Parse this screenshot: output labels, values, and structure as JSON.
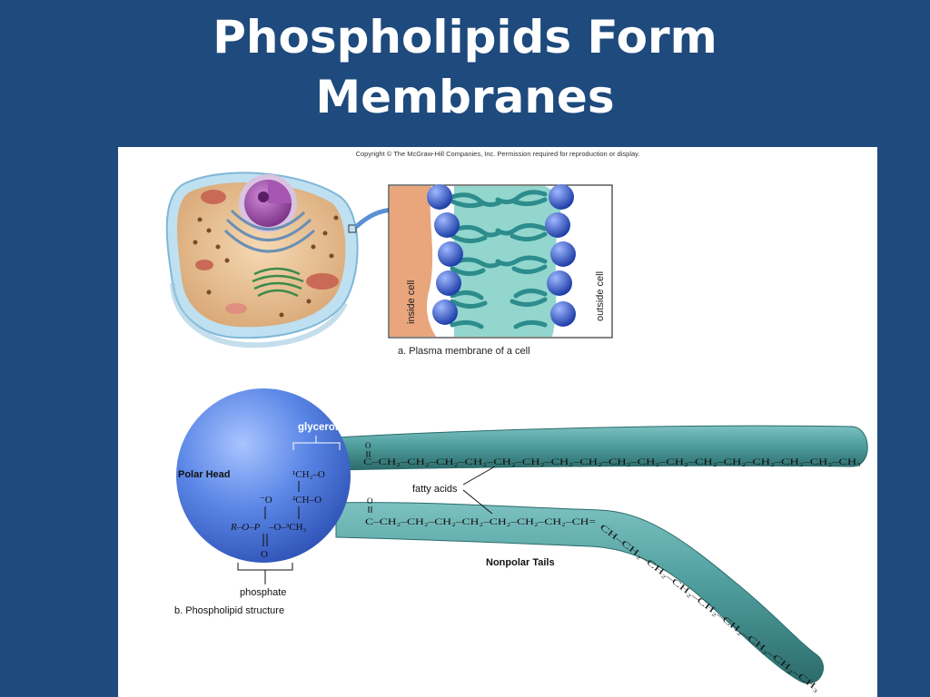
{
  "slide": {
    "title_line1": "Phospholipids Form",
    "title_line2": "Membranes"
  },
  "figure": {
    "copyright": "Copyright © The McGraw-Hill Companies, Inc. Permission required for reproduction or display.",
    "panel_a": {
      "inside_label": "inside cell",
      "outside_label": "outside cell",
      "caption": "a. Plasma membrane of a cell"
    },
    "panel_b": {
      "caption": "b. Phospholipid structure",
      "polar_head": "Polar Head",
      "glycerol": "glycerol",
      "phosphate": "phosphate",
      "fatty_acids": "fatty acids",
      "nonpolar_tails": "Nonpolar Tails",
      "glycerol_c1": "¹CH₂–O",
      "glycerol_c2": "²CH–O",
      "glycerol_c3": "–O–³CH₂",
      "phosphate_group": "R–O–P",
      "oxygen_minus": "⁻O",
      "oxygen_bottom": "O",
      "carbonyl_top": "O",
      "chain_top": "C–CH₂–CH₂–CH₂–CH₂–CH₂–CH₂–CH₂–CH₂–CH₂–CH₂–CH₂–CH₂–CH₂–CH₂–CH₂–CH₂–CH₃",
      "carbonyl_bottom": "O",
      "chain_bottom_straight": "C–CH₂–CH₂–CH₂–CH₂–CH₂–CH₂–CH₂–CH=",
      "chain_bottom_bent": "CH–CH₂–CH₂–CH₂–CH₂–CH₂–CH₂–CH₂–CH₃"
    }
  },
  "colors": {
    "background": "#1e4a7d",
    "title_text": "#ffffff",
    "tail_fill": "#4f9e9e",
    "head_fill": "#4a78d8",
    "membrane_head": "#2f56c0",
    "cytoplasm": "#e9a57c"
  }
}
